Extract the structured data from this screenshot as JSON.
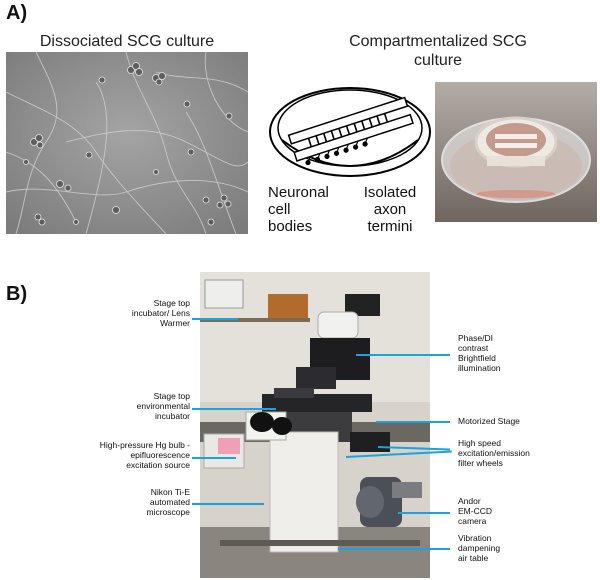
{
  "panel_a": {
    "label": "A)",
    "left_caption": "Dissociated SCG culture",
    "right_caption_line1": "Compartmentalized SCG",
    "right_caption_line2": "culture",
    "diagram_left_label": [
      "Neuronal",
      "cell",
      "bodies"
    ],
    "diagram_right_label": [
      "Isolated",
      "axon",
      "termini"
    ]
  },
  "panel_b": {
    "label": "B)",
    "left_annotations": [
      [
        "Stage top",
        "incubator/ Lens",
        "Warmer"
      ],
      [
        "Stage top",
        "environmental",
        "incubator"
      ],
      [
        "High-pressure Hg bulb -",
        "epifluorescence",
        "excitation source"
      ],
      [
        "Nikon Ti-E",
        "automated",
        "microscope"
      ]
    ],
    "right_annotations": [
      [
        "Phase/DI",
        "contrast",
        "Brightfield",
        "illumination"
      ],
      [
        "Motorized Stage"
      ],
      [
        "High speed",
        "excitation/emission",
        "filter wheels"
      ],
      [
        "Andor",
        "EM-CCD",
        "camera"
      ],
      [
        "Vibration",
        "dampening",
        "air table"
      ]
    ]
  },
  "colors": {
    "leader_line": "#1aa3dc"
  }
}
